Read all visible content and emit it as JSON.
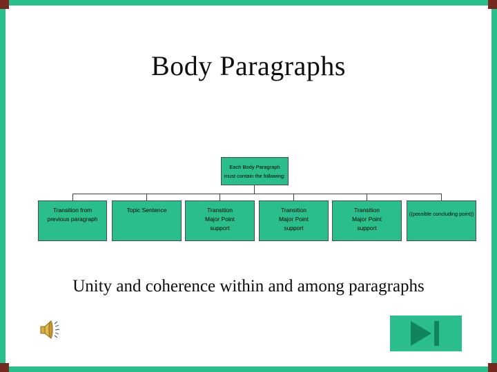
{
  "slide": {
    "title": "Body Paragraphs",
    "subtitle": "Unity and coherence within and among paragraphs"
  },
  "colors": {
    "box_teal": "#2ABE8D",
    "frame_teal": "#2ABE8D",
    "corner_maroon": "#74281E",
    "connector": "#404040",
    "icon_dark_green": "#11845E",
    "speaker_gold": "#D9A93A"
  },
  "org_chart": {
    "root": {
      "lines": [
        "Each Body Paragraph",
        "must contain the following:"
      ]
    },
    "children": [
      {
        "lines": [
          "Transition from",
          "previous paragraph"
        ]
      },
      {
        "lines": [
          "Topic Sentence"
        ]
      },
      {
        "lines": [
          "Transition",
          "Major Point",
          "support"
        ]
      },
      {
        "lines": [
          "Transition",
          "Major Point",
          "support"
        ]
      },
      {
        "lines": [
          "Transition",
          "Major Point",
          "support"
        ]
      },
      {
        "lines": [
          "((possible concluding point))"
        ]
      }
    ]
  }
}
